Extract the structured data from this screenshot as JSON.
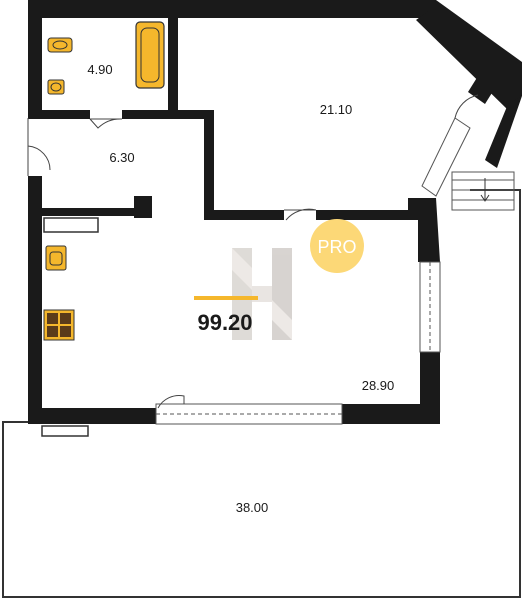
{
  "plan": {
    "total_area": "99.20",
    "rooms": [
      {
        "id": "bathroom",
        "area": "4.90"
      },
      {
        "id": "bedroom",
        "area": "21.10"
      },
      {
        "id": "hall",
        "area": "6.30"
      },
      {
        "id": "living-kitchen",
        "area": "28.90"
      },
      {
        "id": "terrace",
        "area": "38.00"
      }
    ],
    "badge": "PRO"
  },
  "colors": {
    "wall": "#1a1a1a",
    "accent": "#f5b72c",
    "badge": "#fcd877",
    "watermark": "#b8b0a8"
  },
  "icons": [
    "toilet-icon",
    "sink-icon",
    "bathtub-icon",
    "stove-icon",
    "door-icon",
    "window-icon",
    "stairs-arrow-icon",
    "logo-watermark"
  ]
}
